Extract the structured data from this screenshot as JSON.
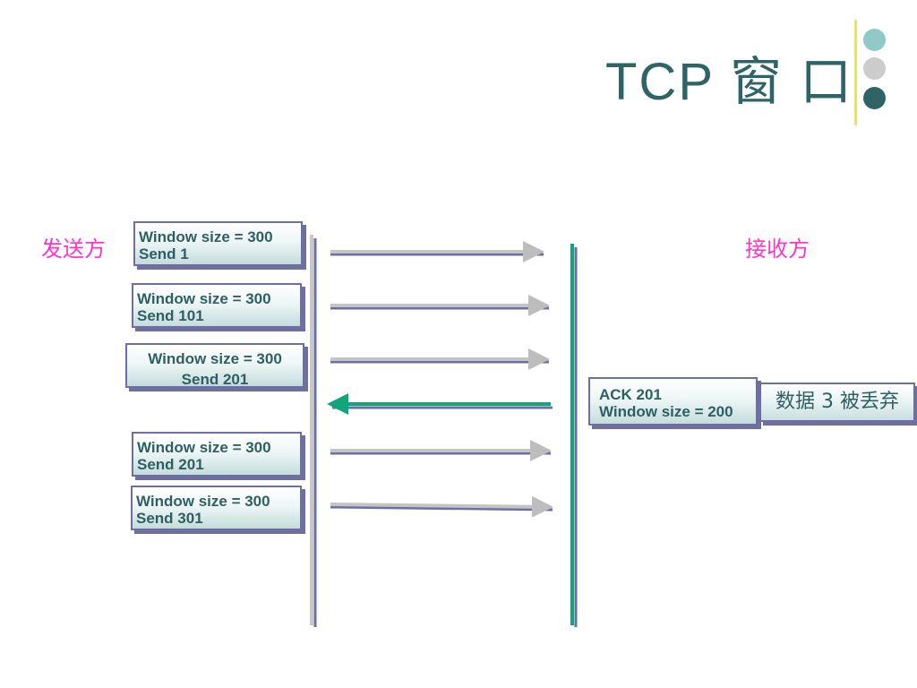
{
  "title": "TCP 窗 口",
  "decor": {
    "bar_color": "#e7e06c",
    "dot_colors": [
      "#91c9c9",
      "#cccccc",
      "#2e6466"
    ]
  },
  "sender_label": "发送方",
  "receiver_label": "接收方",
  "sender_boxes": [
    {
      "line1": "Window size = 300",
      "line2": "Send 1"
    },
    {
      "line1": "Window size = 300",
      "line2": "Send 101"
    },
    {
      "line1": "Window size = 300",
      "line2": "Send 201"
    },
    {
      "line1": "Window size = 300",
      "line2": "Send 201"
    },
    {
      "line1": "Window size = 300",
      "line2": "Send 301"
    }
  ],
  "ack_box": {
    "line1": "ACK 201",
    "line2": "Window size = 200"
  },
  "drop_label": "数据 3 被丢弃",
  "colors": {
    "accent_text": "#2e5f63",
    "sender_label": "#ff33cc",
    "send_arrow": "#c4c4c4",
    "ack_arrow": "#11a679",
    "receiver_line": "#11a679",
    "sender_line": "#c8c8c8"
  }
}
